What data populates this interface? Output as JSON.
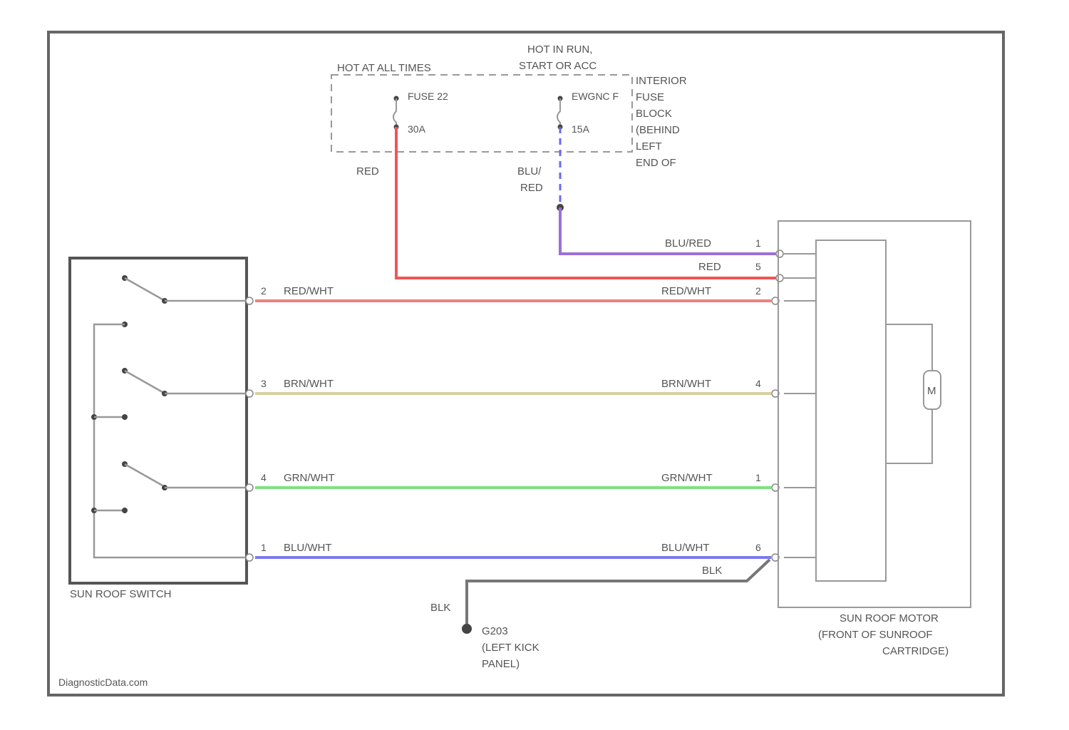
{
  "power": {
    "hot_at_all_times": "HOT AT ALL TIMES",
    "hot_in_run_line1": "HOT IN RUN,",
    "hot_in_run_line2": "START OR ACC",
    "fuse1_name": "FUSE 22",
    "fuse1_rating": "30A",
    "fuse2_name": "EWGNC F",
    "fuse2_rating": "15A",
    "fuse_block_lines": [
      "INTERIOR",
      "FUSE",
      "BLOCK",
      "(BEHIND",
      "LEFT",
      "END OF"
    ]
  },
  "supply_wires": {
    "red": "RED",
    "blu_red_line1": "BLU/",
    "blu_red_line2": "RED"
  },
  "switch": {
    "label": "SUN ROOF SWITCH"
  },
  "motor": {
    "label_lines": [
      "SUN ROOF MOTOR",
      "(FRONT OF SUNROOF",
      "CARTRIDGE)"
    ],
    "symbol": "M"
  },
  "wires": [
    {
      "left_pin": "2",
      "left_label": "RED/WHT",
      "right_label": "RED/WHT",
      "right_pin": "2",
      "color": "#f08080"
    },
    {
      "left_pin": "3",
      "left_label": "BRN/WHT",
      "right_label": "BRN/WHT",
      "right_pin": "4",
      "color": "#d8cfa0"
    },
    {
      "left_pin": "4",
      "left_label": "GRN/WHT",
      "right_label": "GRN/WHT",
      "right_pin": "1",
      "color": "#80e080"
    },
    {
      "left_pin": "1",
      "left_label": "BLU/WHT",
      "right_label": "BLU/WHT",
      "right_pin": "6",
      "color": "#7a7aee"
    }
  ],
  "motor_top_wires": [
    {
      "label": "BLU/RED",
      "pin": "1",
      "color": "#9a70d8"
    },
    {
      "label": "RED",
      "pin": "5",
      "color": "#f05555"
    }
  ],
  "ground": {
    "wire_label_motor": "BLK",
    "wire_label_drop": "BLK",
    "name": "G203",
    "location_lines": [
      "(LEFT KICK",
      "PANEL)"
    ]
  },
  "watermark": "DiagnosticData.com"
}
